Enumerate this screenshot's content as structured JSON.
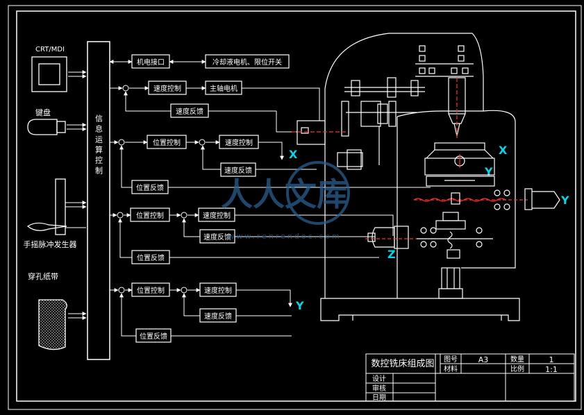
{
  "left_devices": {
    "crt": "CRT/MDI",
    "keyboard": "键盘",
    "handwheel": "手摇脉冲发生器",
    "tape": "穿孔纸带"
  },
  "info_unit": "信息运算控制",
  "blocks": {
    "electro_interface": "机电接口",
    "coolant_limit": "冷却液电机、限位开关",
    "speed_ctrl_spindle": "速度控制",
    "spindle_motor": "主轴电机",
    "speed_fb_spindle": "速度反馈",
    "x_pos_ctrl": "位置控制",
    "x_speed_ctrl": "速度控制",
    "x_speed_fb": "速度反馈",
    "x_pos_fb": "位置反馈",
    "z_pos_ctrl": "位置控制",
    "z_speed_ctrl": "速度控制",
    "z_speed_fb": "速度反馈",
    "z_pos_fb": "位置反馈",
    "y_pos_ctrl": "位置控制",
    "y_speed_ctrl": "速度控制",
    "y_speed_fb": "速度反馈",
    "y_pos_fb": "位置反馈"
  },
  "axis_labels": {
    "x_out": "X",
    "y_out": "Y",
    "x_machine": "X",
    "y_machine": "Y",
    "y_side": "Y",
    "z_machine": "Z"
  },
  "watermark": {
    "text": "人人文库",
    "sub": "www.renrendoc.com"
  },
  "title_block": {
    "title": "数控铣床组成图",
    "drawing_no_label": "图号",
    "drawing_no": "A3",
    "quantity_label": "数量",
    "quantity": "1",
    "material_label": "材料",
    "scale_label": "比例",
    "scale": "1:1",
    "design_label": "设计",
    "review_label": "审核",
    "date_label": "日期"
  },
  "colors": {
    "line": "#ffffff",
    "axis_label": "#00d8e8",
    "center_line": "#ff3030",
    "watermark": "#2a5f8f"
  }
}
